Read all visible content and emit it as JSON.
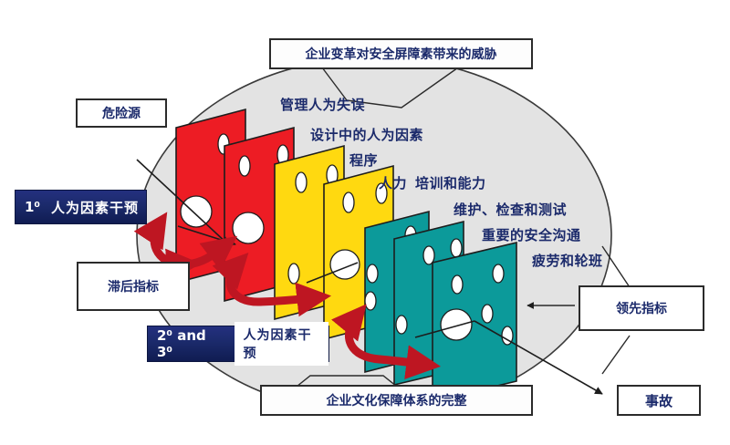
{
  "diagram": {
    "title_top": "企业变革对安全屏障素带来的威胁",
    "title_bottom": "企业文化保障体系的完整"
  },
  "boxes": {
    "hazard": "危险源",
    "lagging": "滞后指标",
    "leading": "领先指标",
    "accident": "事故"
  },
  "banners": {
    "primary": {
      "order": "1⁰",
      "label": "人为因素干预"
    },
    "secondary": {
      "order": "2⁰ and 3⁰",
      "label": "人为因素干预"
    }
  },
  "barrier_labels": [
    "管理人为失误",
    "设计中的人为因素",
    "程序",
    "人力",
    "培训和能力",
    "维护、检查和测试",
    "重要的安全沟通",
    "疲劳和轮班"
  ],
  "colors": {
    "red": "#ED1C24",
    "yellow": "#FFD910",
    "teal": "#0C9A9A",
    "navy": "#1b2a6b",
    "arrow_red": "#BE1622",
    "ellipse_fill": "#E3E3E3",
    "outline": "#2b2b2b"
  },
  "slices": {
    "red_count": 2,
    "yellow_count": 2,
    "teal_count": 3
  }
}
